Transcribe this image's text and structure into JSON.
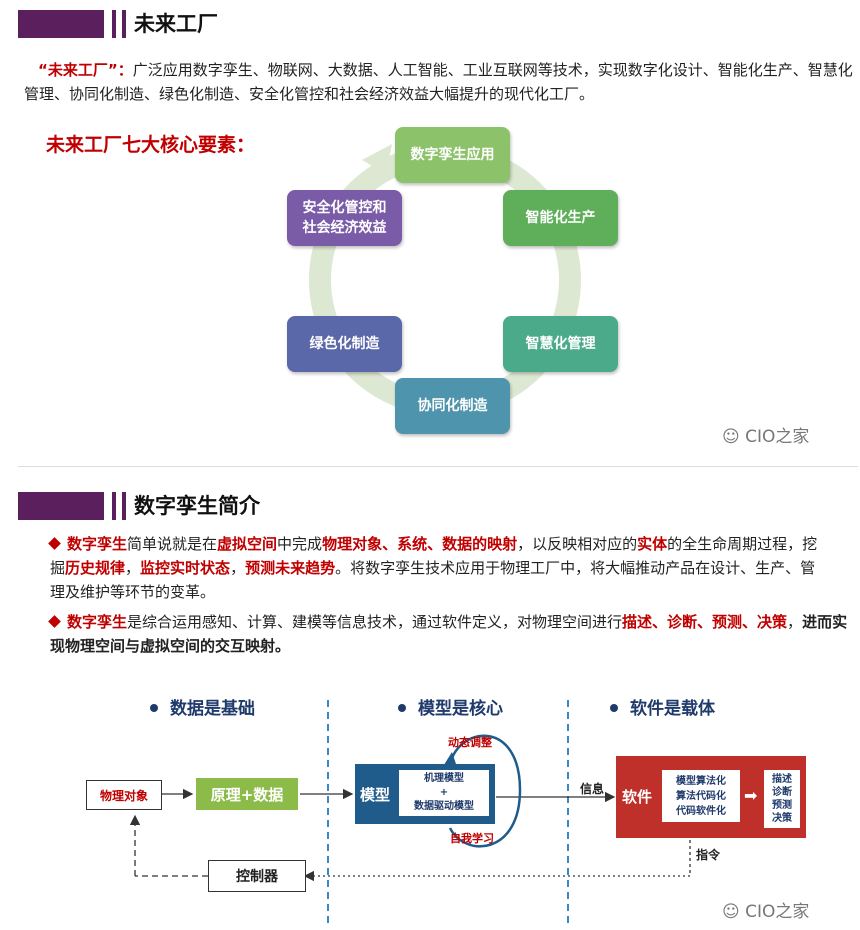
{
  "section1": {
    "title": "未来工厂",
    "definition_term": "“未来工厂”：",
    "definition_text": "广泛应用数字孪生、物联网、大数据、人工智能、工业互联网等技术，实现数字化设计、智能化生产、智慧化管理、协同化制造、绿色化制造、安全化管控和社会经济效益大幅提升的现代化工厂。",
    "elements_title": "未来工厂七大核心要素：",
    "cycle_items": [
      "数字孪生应用",
      "智能化生产",
      "智慧化管理",
      "协同化制造",
      "绿色化制造",
      "安全化管控和社会经济效益"
    ],
    "watermark": "CIO之家"
  },
  "section2": {
    "title": "数字孪生简介",
    "bullet1": {
      "p1": "数字孪生",
      "p2": "简单说就是在",
      "p3": "虚拟空间",
      "p4": "中完成",
      "p5": "物理对象、系统、数据的映射",
      "p6": "，以反映相对应的",
      "p7": "实体",
      "p8": "的全生命周期过程，挖掘",
      "p9": "历史规律",
      "p10": "，",
      "p11": "监控实时状态",
      "p12": "，",
      "p13": "预测未来趋势",
      "p14": "。将数字孪生技术应用于物理工厂中，将大幅推动产品在设计、生产、管理及维护等环节的变革。"
    },
    "bullet2": {
      "p1": "数字孪生",
      "p2": "是综合运用感知、计算、建模等信息技术，通过软件定义，对物理空间进行",
      "p3": "描述、诊断、预测、决策",
      "p4": "，",
      "p5": "进而实现物理空间与虚拟空间的交互映射。"
    }
  },
  "diagram": {
    "col1_label": "数据是基础",
    "col2_label": "模型是核心",
    "col3_label": "软件是载体",
    "physical_object": "物理对象",
    "principle_data": "原理+数据",
    "model": "模型",
    "model_inner": [
      "机理模型",
      "+",
      "数据驱动模型"
    ],
    "dynamic_adjust": "动态调整",
    "self_learning": "自我学习",
    "info": "信息",
    "software": "软件",
    "software_inner": [
      "模型算法化",
      "算法代码化",
      "代码软件化"
    ],
    "outputs": [
      "描述",
      "诊断",
      "预测",
      "决策"
    ],
    "instruction": "指令",
    "controller": "控制器",
    "watermark": "CIO之家"
  },
  "colors": {
    "header": "#5b1f5e",
    "accent_red": "#c00000",
    "green": "#8dbb4a",
    "navy": "#1f5c8b",
    "software_red": "#c0302a"
  }
}
